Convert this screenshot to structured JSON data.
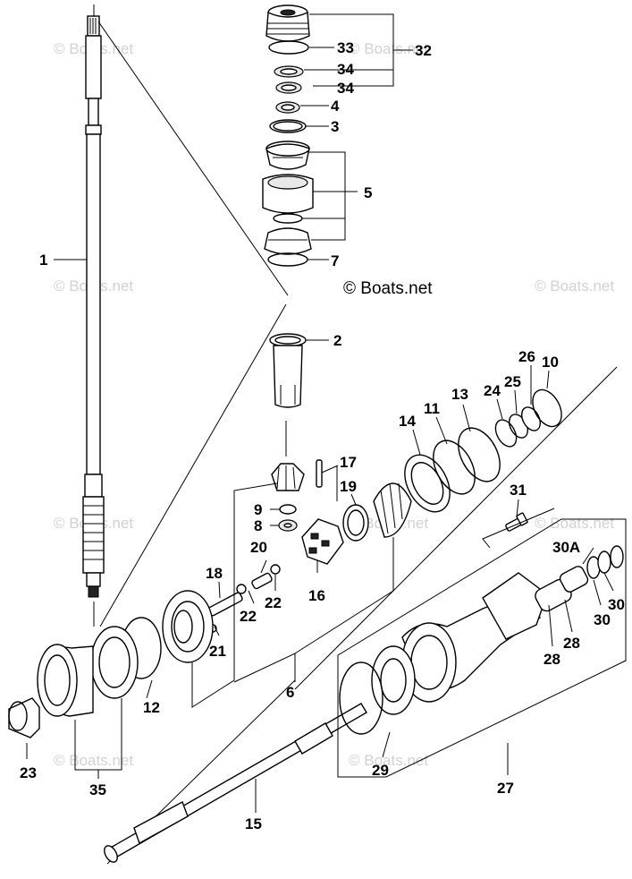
{
  "copyright": "© Boats.net",
  "watermarks": [
    "© Boats.net",
    "© Boats.net",
    "© Boats.net",
    "© Boats.net",
    "© Boats.net",
    "© Boats.net",
    "© Boats.net",
    "© Boats.net",
    "© Boats.net"
  ],
  "callouts": [
    "33",
    "32",
    "34",
    "34",
    "4",
    "3",
    "5",
    "7",
    "1",
    "2",
    "26",
    "10",
    "24",
    "25",
    "13",
    "11",
    "14",
    "31",
    "17",
    "19",
    "9",
    "8",
    "20",
    "18",
    "16",
    "22",
    "22",
    "21",
    "30A",
    "30",
    "30",
    "28",
    "28",
    "12",
    "6",
    "23",
    "35",
    "29",
    "27",
    "15"
  ]
}
